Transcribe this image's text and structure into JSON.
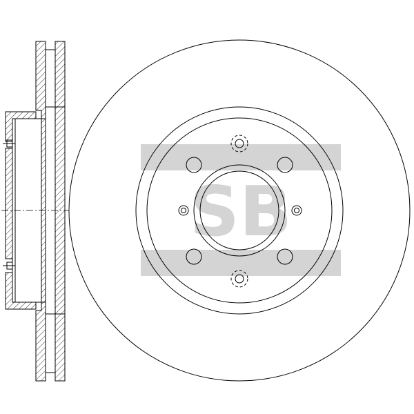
{
  "logo": {
    "text": "SB",
    "color": "#d4d4d4"
  },
  "drawing": {
    "line_color": "#000000",
    "background": "#ffffff"
  },
  "disc": {
    "bolt_holes": 4,
    "pin_holes": 2,
    "locator_holes": 2
  }
}
